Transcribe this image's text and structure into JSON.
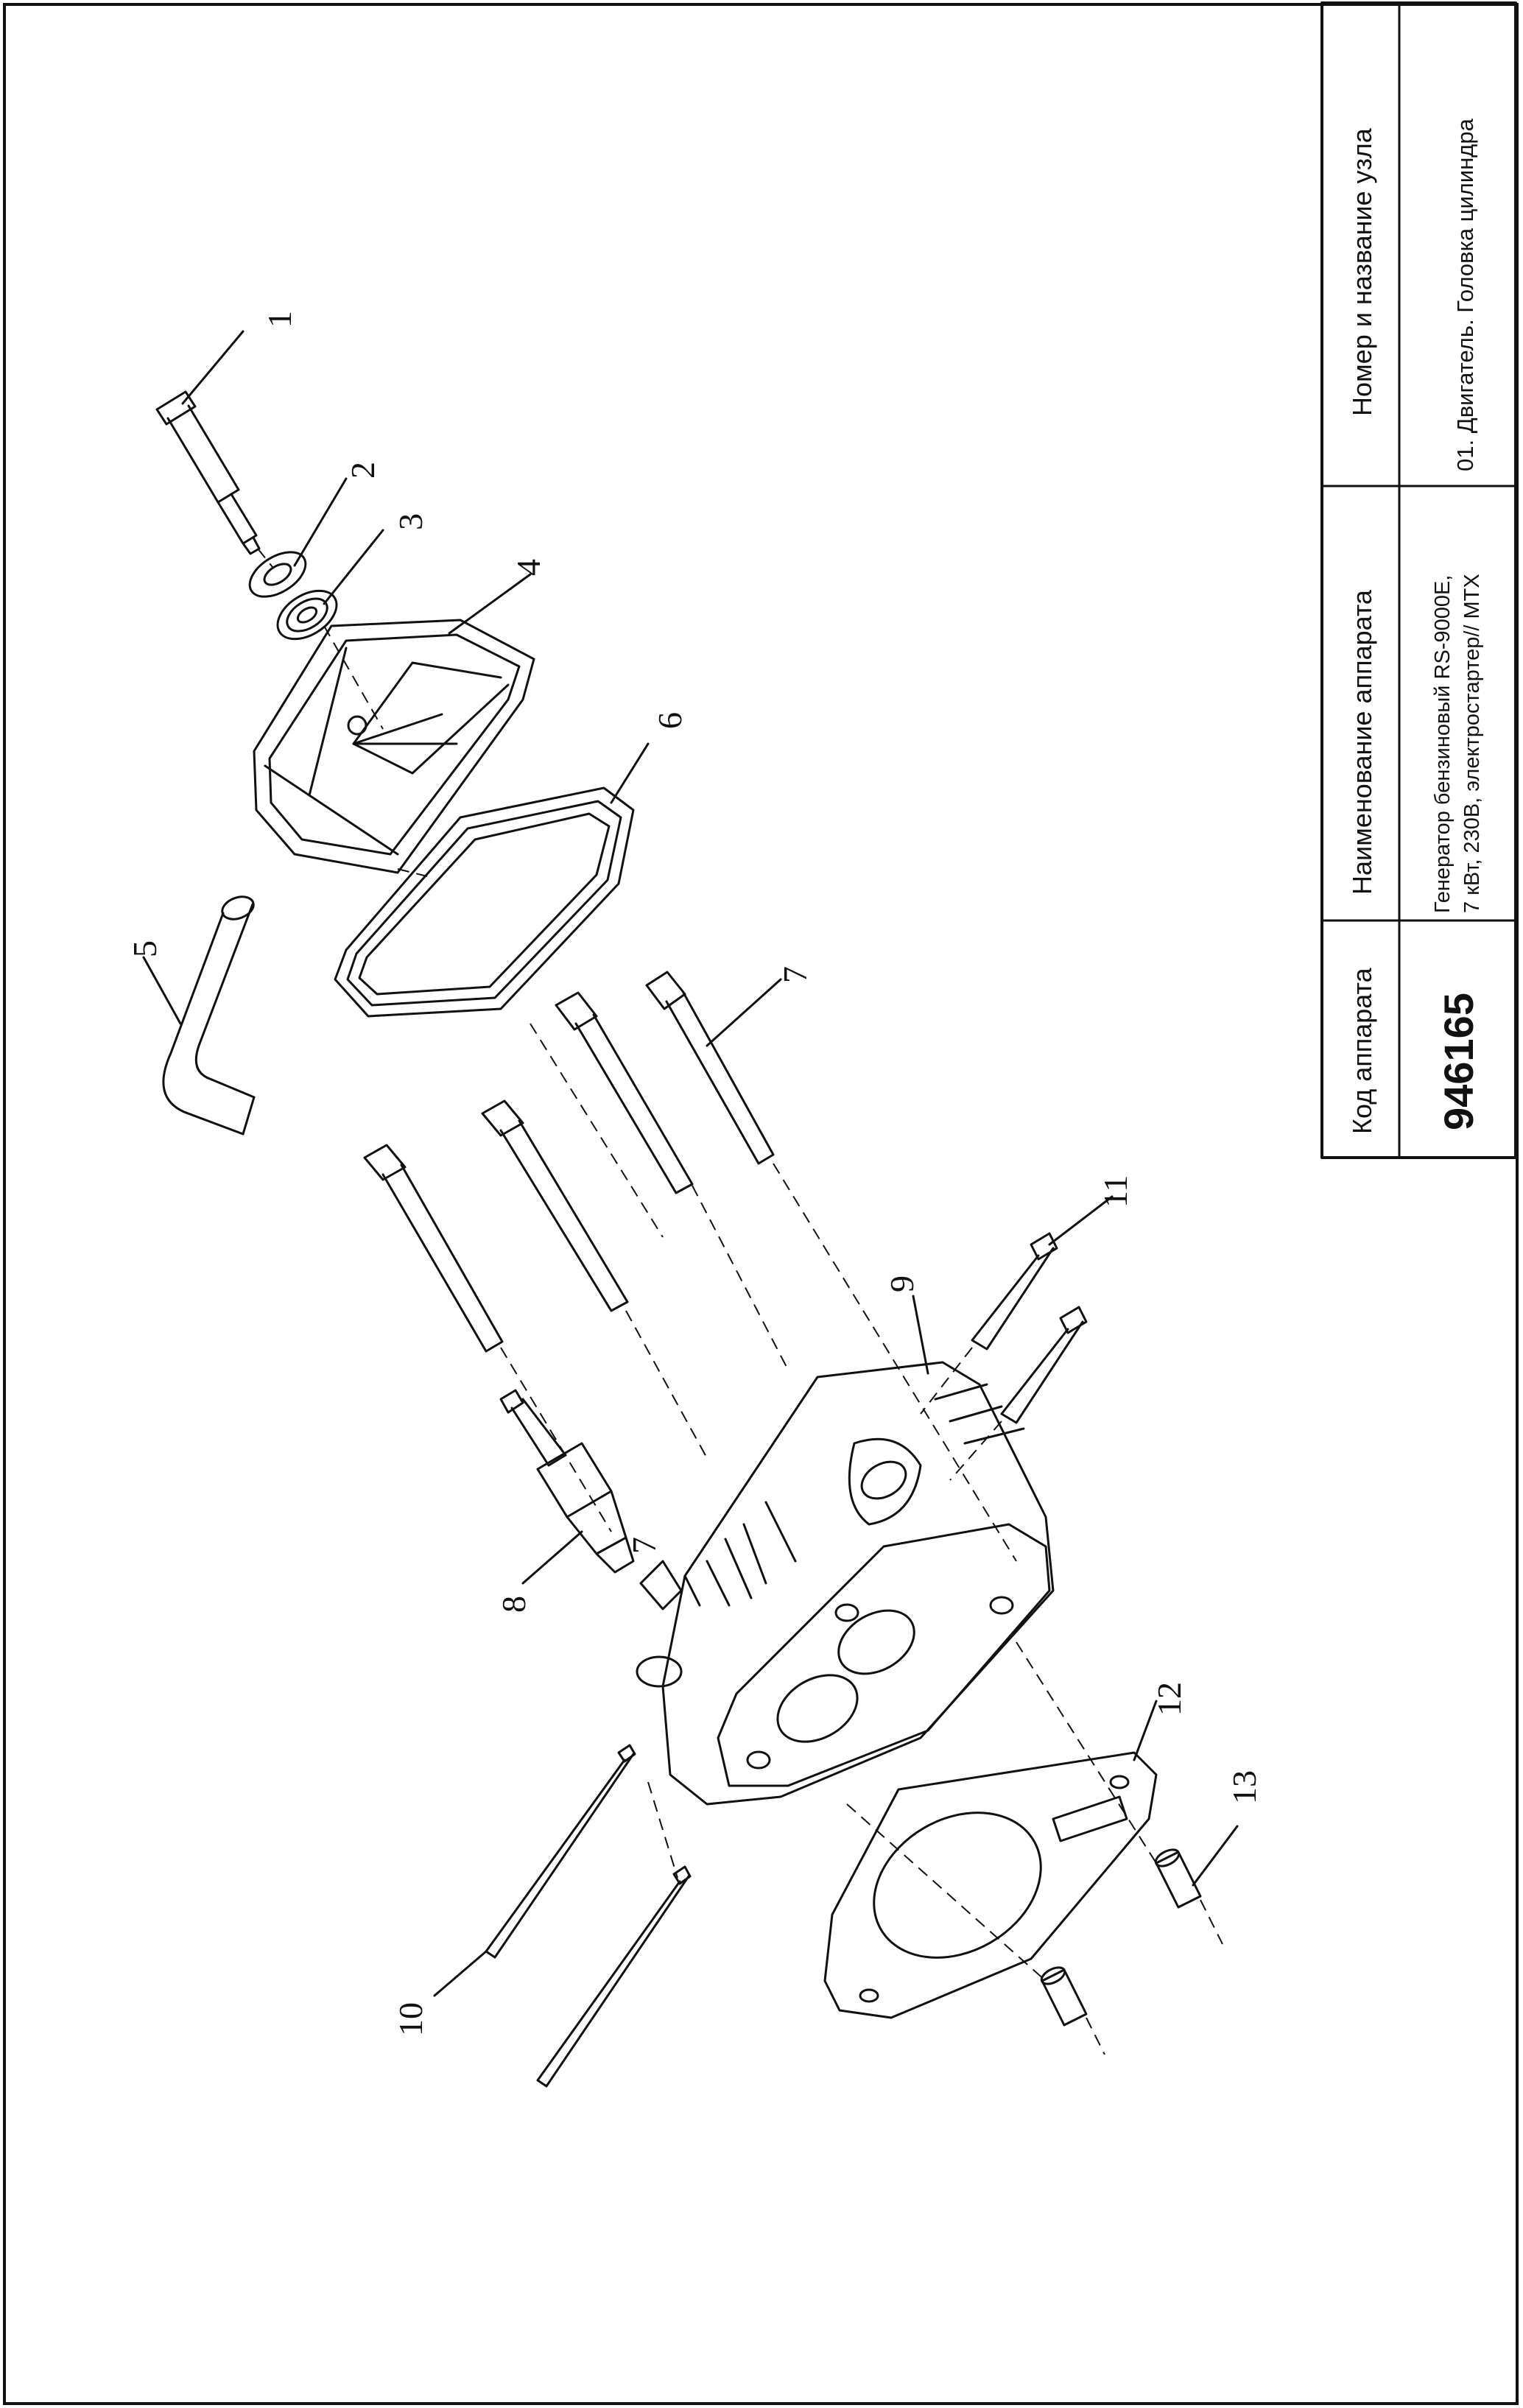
{
  "title_block": {
    "code_label": "Код аппарата",
    "code_value": "946165",
    "device_name_label": "Наименование аппарата",
    "device_name_line1": "Генератор бензиновый RS-9000E,",
    "device_name_line2": "7 кВт, 230В, электростартер// MTX",
    "unit_label": "Номер и название узла",
    "unit_value": "01. Двигатель. Головка цилиндра"
  },
  "callouts": {
    "p1": "1",
    "p2": "2",
    "p3": "3",
    "p4": "4",
    "p5": "5",
    "p6": "6",
    "p7a": "7",
    "p7b": "7",
    "p8": "8",
    "p9": "9",
    "p10": "10",
    "p11": "11",
    "p12": "12",
    "p13": "13"
  },
  "colors": {
    "line": "#111111",
    "background": "#ffffff"
  }
}
